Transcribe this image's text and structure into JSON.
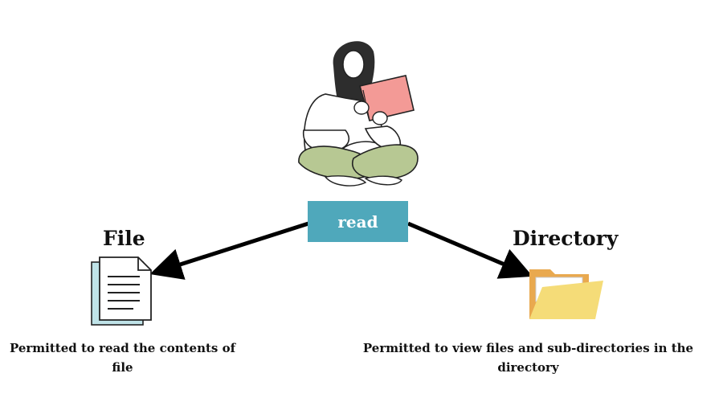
{
  "center_label": "read",
  "file": {
    "title": "File",
    "icon": "document-icon",
    "description": "Permitted to read the contents of file"
  },
  "directory": {
    "title": "Directory",
    "icon": "folder-icon",
    "description": "Permitted to view files and sub-directories in the directory"
  },
  "illustration": "woman-reading-book-illustration",
  "colors": {
    "label_bg": "#4fa8bb",
    "document_accent": "#bfe3e8",
    "folder_front": "#f5dc78",
    "folder_back": "#e9a94f",
    "book": "#f39a96",
    "pants": "#b7c893"
  }
}
